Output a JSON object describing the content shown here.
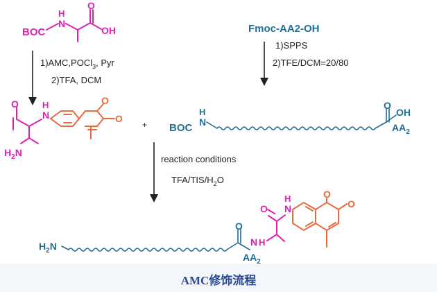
{
  "colors": {
    "magenta": "#e020b0",
    "teal": "#1f6e96",
    "orange": "#e96a3c",
    "black": "#222222",
    "caption": "#2c4a93"
  },
  "start_left": {
    "protecting_group": "BOC",
    "amine": "N",
    "amine_h": "H",
    "acid": "OH",
    "carbonyl_o": "O"
  },
  "start_right": {
    "reagent": "Fmoc-AA2-OH"
  },
  "arrow_left": {
    "step1": "1)AMC,POCl",
    "step1_sub": "3",
    "step1_tail": ", Pyr",
    "step2": "2)TFA, DCM"
  },
  "arrow_right": {
    "step1": "1)SPPS",
    "step2": "2)TFE/DCM=20/80"
  },
  "intermediate_left": {
    "amide_nh": "H",
    "amide_n": "N",
    "amide_o": "O",
    "amine_label": "H",
    "amine_sub": "2",
    "amine_n": "N",
    "ring_o": "O",
    "lactone_o": "O"
  },
  "intermediate_right": {
    "protecting_group": "BOC",
    "amine_h": "H",
    "amine_n": "N",
    "carbonyl_o": "O",
    "acid": "OH",
    "residue": "AA",
    "residue_sub": "2"
  },
  "plus": "+",
  "arrow_center": {
    "step1": "reaction conditions",
    "step2": "TFA/TIS/H",
    "step2_sub": "2",
    "step2_tail": "O"
  },
  "product": {
    "amine_label": "H",
    "amine_sub": "2",
    "amine_n": "N",
    "carbonyl_o1": "O",
    "amide_n1": "N",
    "amide_h1": "H",
    "residue": "AA",
    "residue_sub": "2",
    "carbonyl_o2": "O",
    "amide_h2": "H",
    "amide_n2": "N",
    "ring_o": "O",
    "lactone_o": "O"
  },
  "caption": "AMC修饰流程"
}
